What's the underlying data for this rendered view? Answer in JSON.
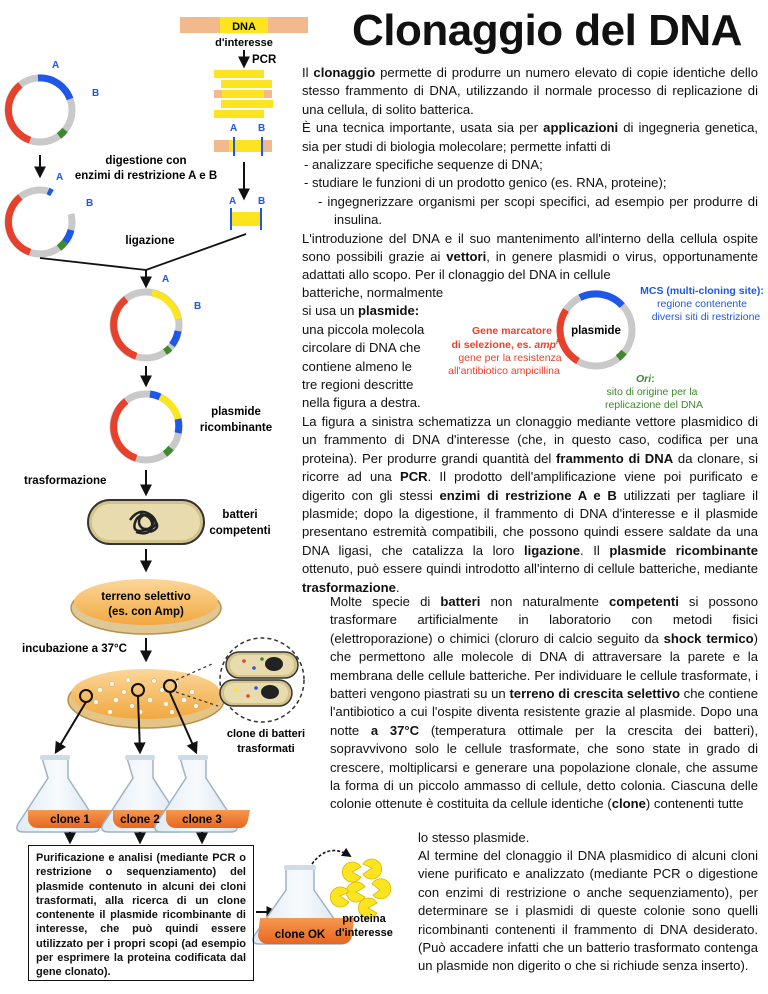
{
  "title": "Clonaggio del DNA",
  "colors": {
    "blue": "#1f57e6",
    "red": "#e8412b",
    "green": "#3e8a2c",
    "yellow": "#fce420",
    "grey": "#c9c9c9",
    "orange": "#f2a24a",
    "salmon": "#f2b98c",
    "petri": "#f7c27a",
    "flask": "#f07a2e"
  },
  "diagram": {
    "dna_interesse": "DNA\nd'interesse",
    "dna_label": "DNA",
    "dinteresse_label": "d'interesse",
    "pcr": "PCR",
    "a": "A",
    "b": "B",
    "digestione": "digestione con",
    "enzimi": "enzimi di restrizione A e B",
    "ligazione": "ligazione",
    "plasmide_ricombinante_1": "plasmide",
    "plasmide_ricombinante_2": "ricombinante",
    "trasformazione": "trasformazione",
    "batteri_1": "batteri",
    "batteri_2": "competenti",
    "terreno_1": "terreno selettivo",
    "terreno_2": "(es. con Amp)",
    "incubazione": "incubazione a 37°C",
    "clone_batteri_1": "clone di batteri",
    "clone_batteri_2": "trasformati",
    "clone1": "clone 1",
    "clone2": "clone 2",
    "clone3": "clone 3",
    "clone_ok": "clone OK",
    "proteina_1": "proteina",
    "proteina_2": "d'interesse",
    "box_text": "Purificazione e analisi (mediante PCR o restrizione o sequenziamento) del plasmide contenuto in alcuni dei cloni trasformati, alla ricerca di un clone contenente il plasmide ricombinante di interesse, che può quindi essere utilizzato per i propri scopi (ad esempio per esprimere la proteina codificata dal gene clonato)."
  },
  "plasmid_fig": {
    "center": "plasmide",
    "mcs_1": "MCS (multi-cloning site):",
    "mcs_2": "regione contenente",
    "mcs_3": "diversi siti di restrizione",
    "gene_1": "Gene marcatore",
    "gene_2a": "di selezione, es. ",
    "gene_2b": "amp",
    "gene_2c": "R",
    "gene_2d": ":",
    "gene_3": "gene per la resistenza",
    "gene_4": "all'antibiotico ampicillina",
    "ori_1": "Ori",
    "ori_1b": ":",
    "ori_2": "sito di origine per la",
    "ori_3": "replicazione del DNA"
  },
  "text": {
    "p1a": "Il ",
    "p1b": "clonaggio",
    "p1c": " permette di produrre un numero elevato di copie identiche dello stesso frammento di DNA, utilizzando il normale processo di replicazione di una cellula, di solito batterica.",
    "p2a": "È una tecnica importante, usata sia per ",
    "p2b": "applicazioni",
    "p2c": " di ingegneria genetica, sia per studi di biologia molecolare; permette infatti di",
    "b1": "-   analizzare specifiche sequenze di DNA;",
    "b2": "-   studiare le funzioni di un prodotto genico (es. RNA, proteine);",
    "b3": "-   ingegnerizzare organismi per scopi specifici, ad esempio per produrre di insulina.",
    "p3a": "L'introduzione del DNA e il suo mantenimento all'interno della cellula ospite sono possibili grazie ai ",
    "p3b": "vettori",
    "p3c": ", in genere plasmidi o virus, opportunamente adattati allo scopo. Per il clonaggio del DNA in cellule",
    "p3d": "batteriche, normalmente",
    "p3e": "si usa un ",
    "p3f": "plasmide:",
    "p3g": "una piccola molecola",
    "p3h": "circolare di DNA che",
    "p3i": "contiene almeno le",
    "p3j": "tre regioni descritte",
    "p3k": "nella figura a destra.",
    "p4a": "La figura a sinistra schematizza un clonaggio mediante vettore plasmidico di un frammento di DNA d'interesse (che, in questo caso, codifica per una proteina). Per produrre grandi quantità del ",
    "p4b": "frammento di DNA",
    "p4c": " da clonare, si ricorre ad una ",
    "p4d": "PCR",
    "p4e": ". Il prodotto dell'amplificazione viene poi purificato e digerito con gli stessi ",
    "p4f": "enzimi di restrizione A e B",
    "p4g": " utilizzati per tagliare il plasmide; dopo la digestione, il frammento di DNA d'interesse e il plasmide presentano estremità compatibili, che possono quindi essere saldate da una DNA ligasi, che catalizza la loro ",
    "p4h": "ligazione",
    "p4i": ". Il ",
    "p4j": "plasmide ricombinante",
    "p4k": " ottenuto, può essere quindi introdotto all'interno di cellule batteriche, mediante ",
    "p4l": "trasformazione",
    "p4m": ".",
    "p5a": "Molte specie di ",
    "p5b": "batteri",
    "p5c": " non naturalmente ",
    "p5d": "competenti",
    "p5e": " si possono trasformare artificialmente in laboratorio con metodi fisici (elettroporazione) o chimici (cloruro di calcio seguito da ",
    "p5f": "shock termico",
    "p5g": ") che permettono alle molecole di DNA di attraversare la parete e la membrana delle cellule batteriche. Per individuare le cellule trasformate, i batteri vengono piastrati su un ",
    "p5h": "terreno di crescita selettivo",
    "p5i": " che contiene l'antibiotico a cui l'ospite diventa resistente grazie al plasmide. Dopo una notte ",
    "p5j": "a 37°C",
    "p5k": " (temperatura ottimale per la crescita dei batteri), sopravvivono solo le cellule trasformate, che sono state in grado di crescere, moltiplicarsi e generare una popolazione clonale, che assume la forma di un piccolo ammasso di cellule, detto colonia. Ciascuna delle colonie ottenute è costituita da cellule identiche (",
    "p5l": "clone",
    "p5m": ") contenenti tutte",
    "p5n": "lo stesso plasmide.",
    "p6": "Al termine del clonaggio il DNA plasmidico di alcuni cloni viene purificato e analizzato (mediante PCR o digestione con enzimi di restrizione o anche sequenziamento), per determinare se i plasmidi di queste colonie sono quelli ricombinanti contenenti il frammento di DNA desiderato. (Può accadere infatti che un batterio trasformato contenga un plasmide non digerito o che si richiude senza inserto)."
  }
}
